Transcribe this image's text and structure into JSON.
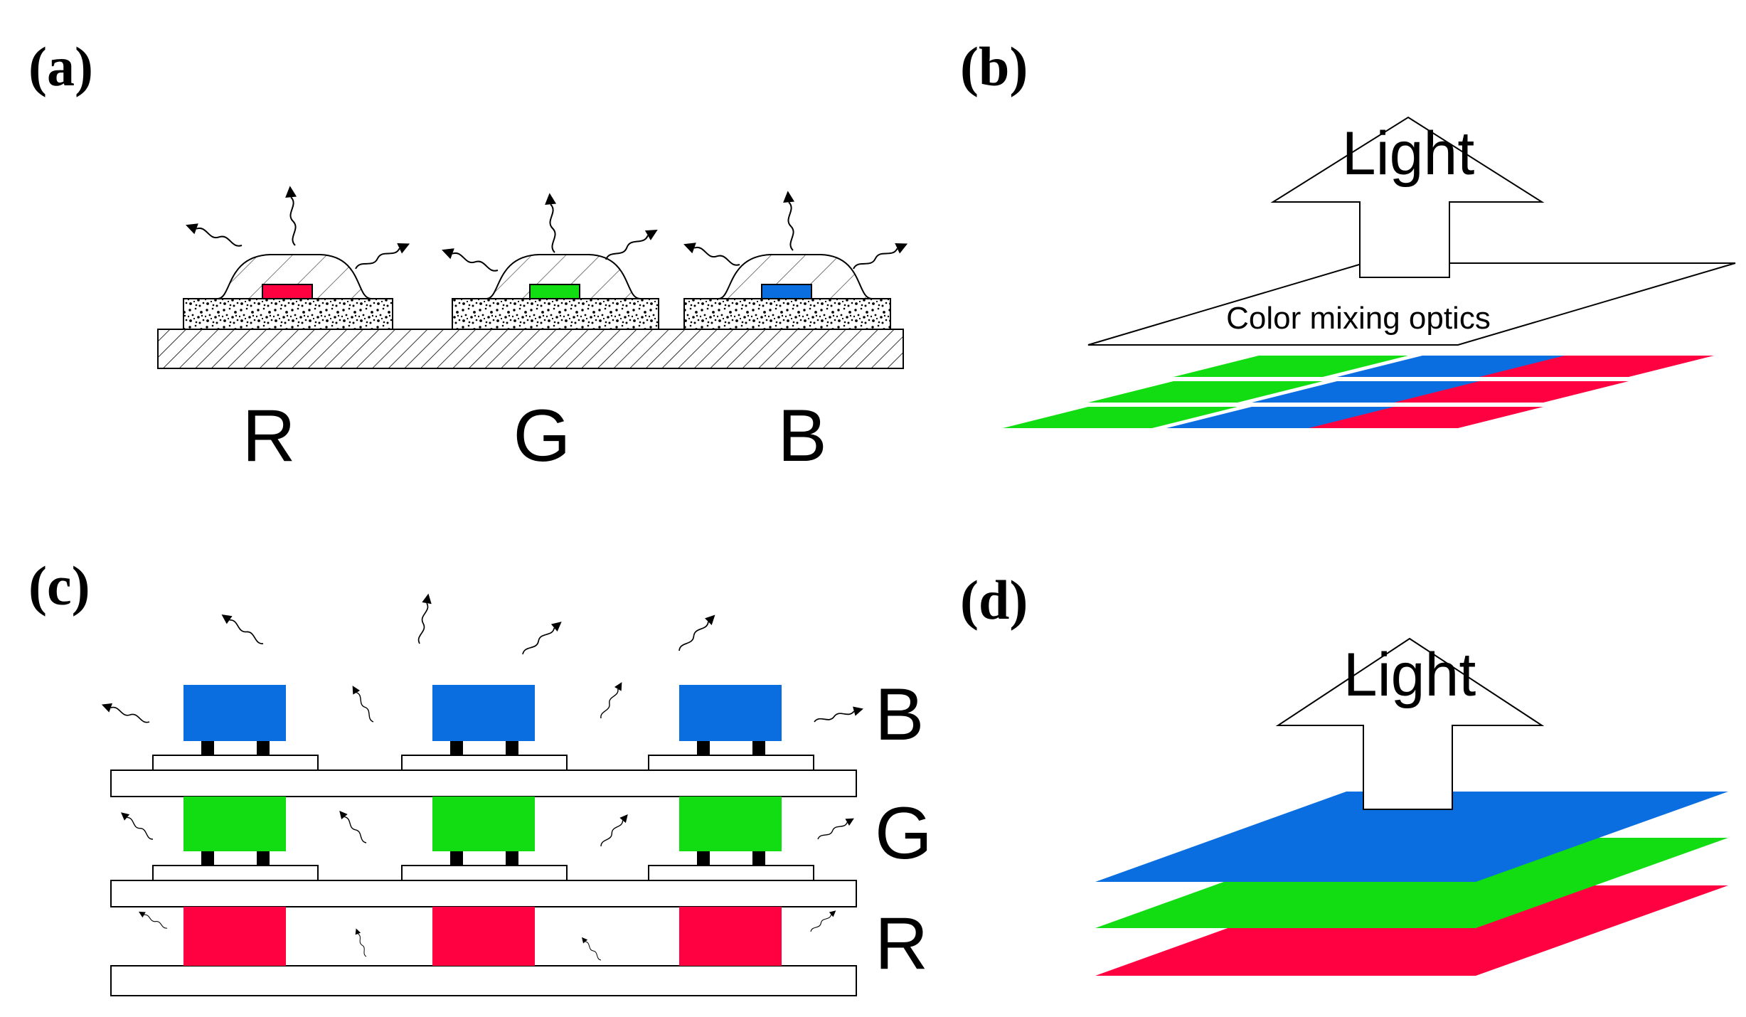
{
  "panels": {
    "a": {
      "label": "(a)",
      "chips": [
        "R",
        "G",
        "B"
      ]
    },
    "b": {
      "label": "(b)",
      "arrow_text": "Light",
      "optics_text": "Color mixing optics"
    },
    "c": {
      "label": "(c)",
      "layers": [
        "B",
        "G",
        "R"
      ]
    },
    "d": {
      "label": "(d)",
      "arrow_text": "Light"
    }
  },
  "colors": {
    "red": "#ff0040",
    "green": "#12dd12",
    "blue": "#0a6ee0"
  }
}
